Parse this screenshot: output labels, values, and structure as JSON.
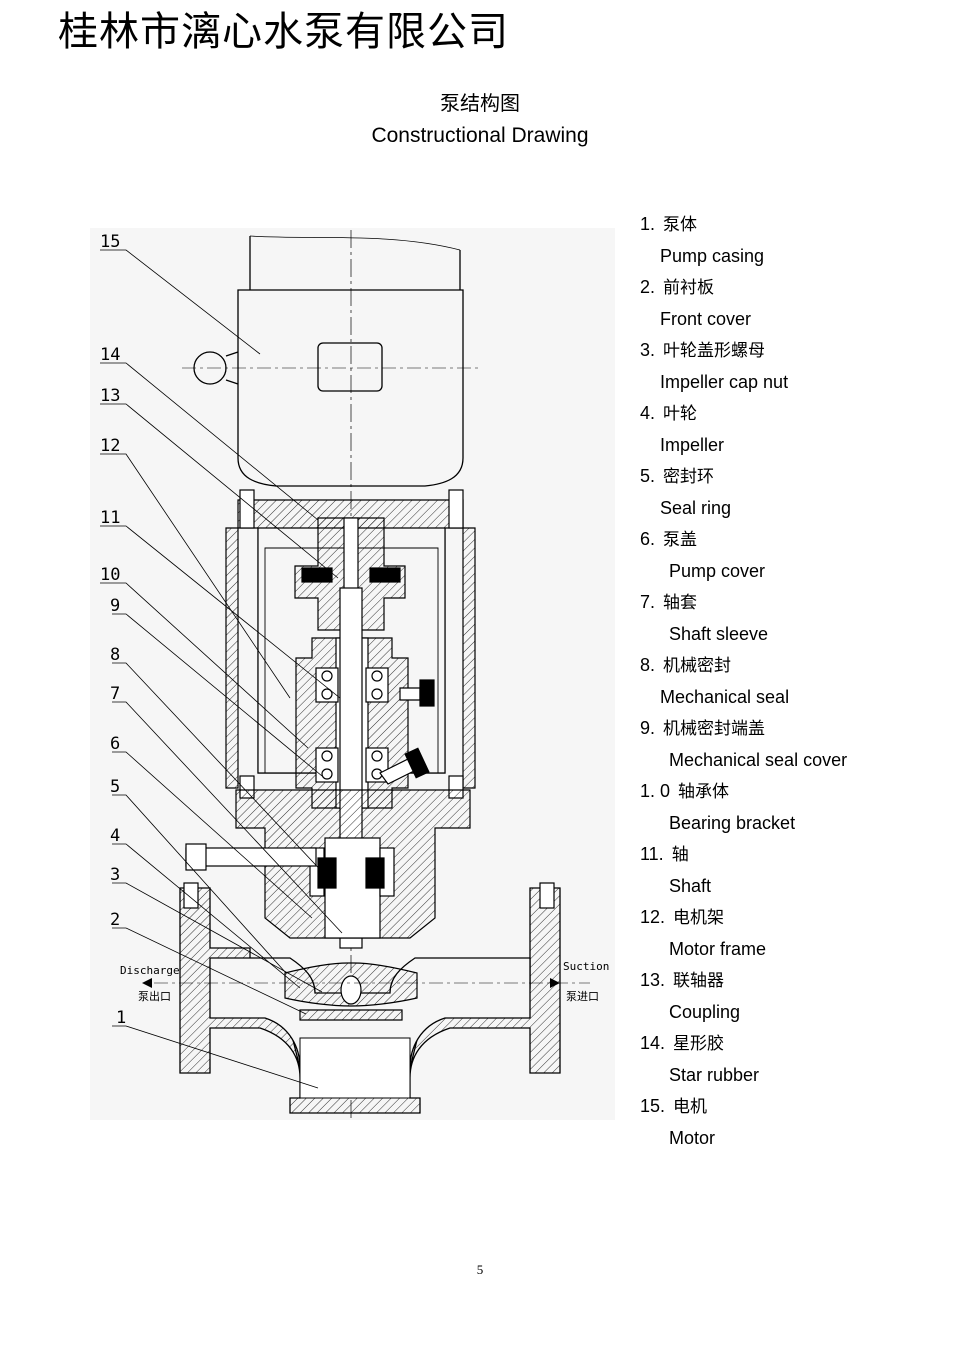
{
  "header": {
    "company": "桂林市漓心水泵有限公司",
    "title_cn": "泵结构图",
    "title_en": "Constructional Drawing"
  },
  "drawing": {
    "callouts": [
      "15",
      "14",
      "13",
      "12",
      "11",
      "10",
      "9",
      "8",
      "7",
      "6",
      "5",
      "4",
      "3",
      "2",
      "1"
    ],
    "discharge_label": "Discharge",
    "discharge_cn": "泵出口",
    "suction_label": "Suction",
    "suction_cn": "泵进口"
  },
  "legend": [
    {
      "num": "1.",
      "cn": "泵体",
      "en": "Pump casing"
    },
    {
      "num": "2.",
      "cn": "前衬板",
      "en": "Front cover"
    },
    {
      "num": "3.",
      "cn": "叶轮盖形螺母",
      "en": "Impeller cap nut"
    },
    {
      "num": "4.",
      "cn": "叶轮",
      "en": "Impeller"
    },
    {
      "num": "5.",
      "cn": "密封环",
      "en": "Seal ring"
    },
    {
      "num": "6.",
      "cn": "泵盖",
      "en": "Pump cover"
    },
    {
      "num": "7.",
      "cn": "轴套",
      "en": "Shaft sleeve"
    },
    {
      "num": "8.",
      "cn": "机械密封",
      "en": "Mechanical seal"
    },
    {
      "num": "9.",
      "cn": "机械密封端盖",
      "en": "Mechanical seal cover"
    },
    {
      "num": "1. 0",
      "cn": "轴承体",
      "en": "Bearing bracket"
    },
    {
      "num": "11.",
      "cn": "轴",
      "en": "Shaft"
    },
    {
      "num": "12.",
      "cn": "电机架",
      "en": "Motor frame"
    },
    {
      "num": "13.",
      "cn": "联轴器",
      "en": "Coupling"
    },
    {
      "num": "14.",
      "cn": "星形胶",
      "en": "Star rubber"
    },
    {
      "num": "15.",
      "cn": "电机",
      "en": "Motor"
    }
  ],
  "page_number": "5"
}
